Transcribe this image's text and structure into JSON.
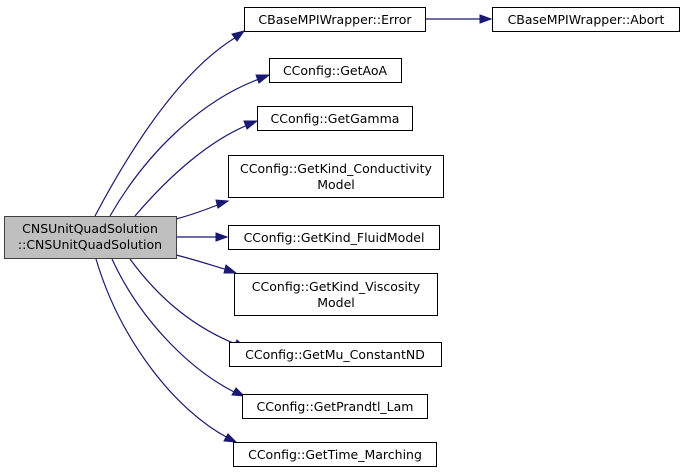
{
  "graph": {
    "root": {
      "lines": [
        "CNSUnitQuadSolution",
        "::CNSUnitQuadSolution"
      ]
    },
    "callees": [
      {
        "id": "error",
        "lines": [
          "CBaseMPIWrapper::Error"
        ]
      },
      {
        "id": "getaoa",
        "lines": [
          "CConfig::GetAoA"
        ]
      },
      {
        "id": "getgamma",
        "lines": [
          "CConfig::GetGamma"
        ]
      },
      {
        "id": "getkindcond",
        "lines": [
          "CConfig::GetKind_Conductivity",
          "Model"
        ]
      },
      {
        "id": "getkindfluid",
        "lines": [
          "CConfig::GetKind_FluidModel"
        ]
      },
      {
        "id": "getkindvisc",
        "lines": [
          "CConfig::GetKind_Viscosity",
          "Model"
        ]
      },
      {
        "id": "getmu",
        "lines": [
          "CConfig::GetMu_ConstantND"
        ]
      },
      {
        "id": "getprandtl",
        "lines": [
          "CConfig::GetPrandtl_Lam"
        ]
      },
      {
        "id": "gettime",
        "lines": [
          "CConfig::GetTime_Marching"
        ]
      }
    ],
    "secondary": [
      {
        "id": "abort",
        "from": "error",
        "lines": [
          "CBaseMPIWrapper::Abort"
        ]
      }
    ]
  },
  "colors": {
    "edge": "#191970",
    "root_fill": "#bfbfbf",
    "node_fill": "#ffffff"
  }
}
